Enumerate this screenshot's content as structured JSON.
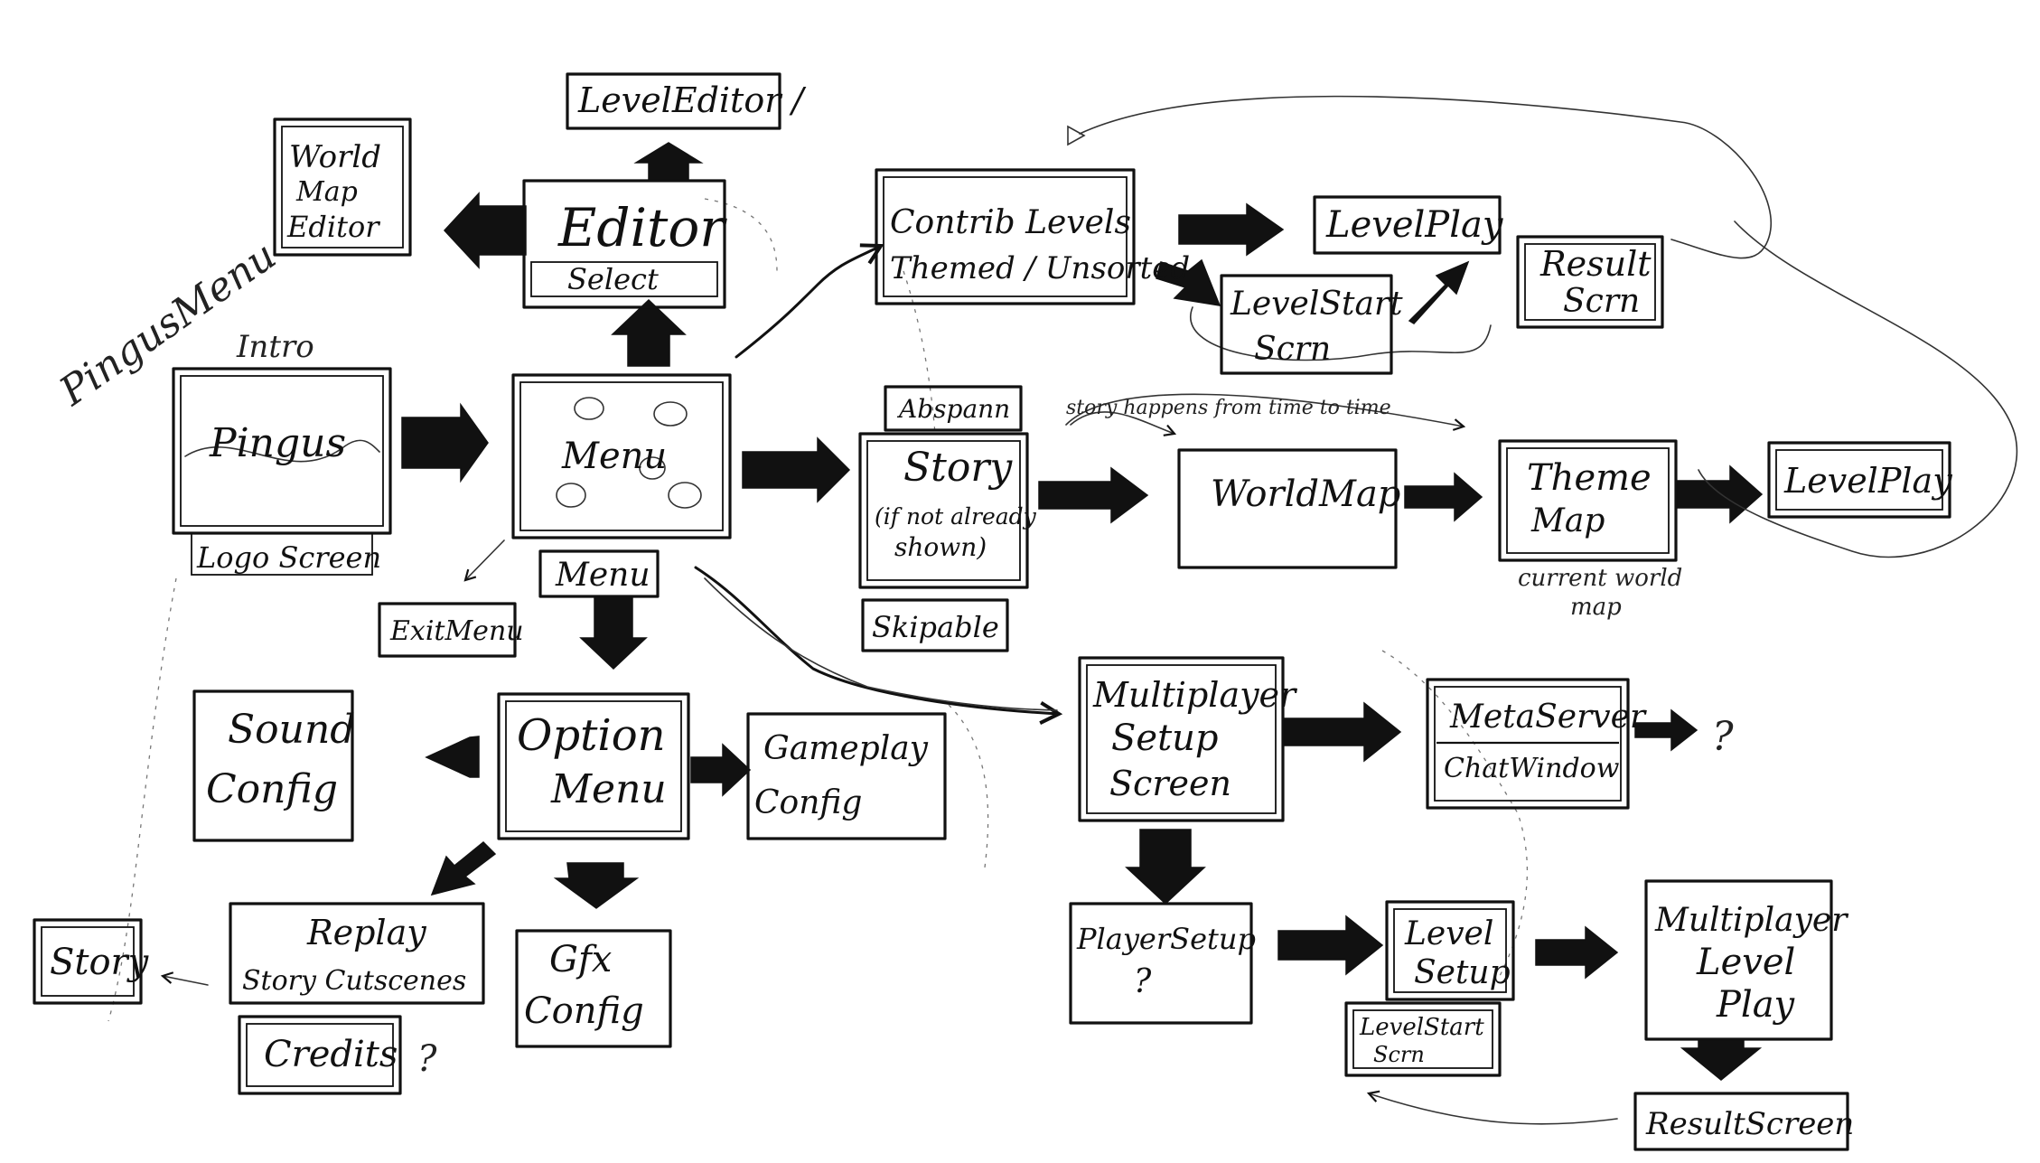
{
  "diagram": {
    "boxes": {
      "level_editor": "LevelEditor /",
      "world_map_editor": [
        "World",
        "Map",
        "Editor"
      ],
      "editor_select": [
        "Editor",
        "Select"
      ],
      "contrib_levels": [
        "Contrib Levels",
        "Themed / Unsorted"
      ],
      "level_play_top": "LevelPlay",
      "result_screen_top": [
        "Result",
        "Scrn"
      ],
      "level_start_screen_top": [
        "LevelStart",
        "Scrn"
      ],
      "logo_screen_inner": "Pingus",
      "logo_screen_note": "Logo Screen",
      "main_menu": "Menu",
      "main_menu_tab": "Menu",
      "abspann": "Abspann",
      "story": [
        "Story",
        "(if not already",
        "shown)"
      ],
      "skippable": "Skipable",
      "world_map": "WorldMap",
      "theme_map": [
        "Theme",
        "Map"
      ],
      "level_play_right": "LevelPlay",
      "exit_menu": "ExitMenu",
      "sound_config": [
        "Sound",
        "Config"
      ],
      "option_menu": [
        "Option",
        "Menu"
      ],
      "gameplay_config": [
        "Gameplay",
        "Config"
      ],
      "multiplayer_setup": [
        "Multiplayer",
        "Setup",
        "Screen"
      ],
      "meta_server": "MetaServer",
      "chat_window": "ChatWindow",
      "story_small": "Story",
      "replay_story": [
        "Replay",
        "Story Cutscenes"
      ],
      "credits": "Credits",
      "gfx_config": [
        "Gfx",
        "Config"
      ],
      "player_setup": [
        "PlayerSetup",
        "?"
      ],
      "level_setup": [
        "Level",
        "Setup"
      ],
      "level_start_screen_bottom": [
        "LevelStart",
        "Scrn"
      ],
      "multiplayer_level_play": [
        "Multiplayer",
        "Level",
        "Play"
      ],
      "result_screen_bottom": "ResultScreen"
    },
    "annotations": {
      "pingus_menu": "PingusMenu",
      "intro": "Intro",
      "story_note": "story happens from time to time",
      "current_world_map": [
        "current world",
        "map"
      ],
      "meta_q": "?",
      "credits_q": "?"
    }
  }
}
